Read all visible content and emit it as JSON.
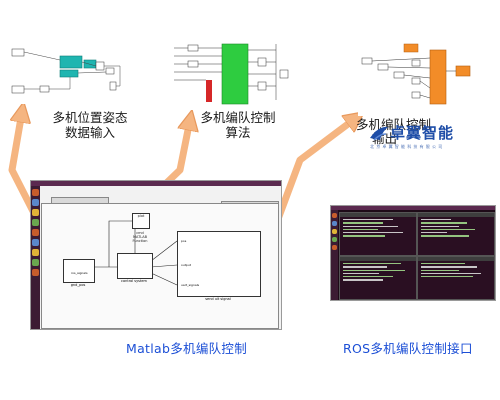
{
  "captions": {
    "input_line1": "多机位置姿态",
    "input_line2": "数据输入",
    "algo_line1": "多机编队控制",
    "algo_line2": "算法",
    "output_line1": "多机编队控制",
    "output_line2": "输出",
    "matlab": "Matlab多机编队控制",
    "ros": "ROS多机编队控制接口"
  },
  "logo": {
    "name": "卓翼智能",
    "subtitle": "北京卓翼智能科技有限公司"
  },
  "simulink_screen": {
    "block_plot": "plot",
    "block_cmd": "cmd",
    "block_cmd_sub": "MATLAB Function",
    "block_gnd": "gnd_pos",
    "block_ctrl": "control system",
    "block_send": "send uit signal",
    "port_ros": "ros_signals",
    "port_pos": "pos",
    "port_output": "output",
    "port_uart": "uart_signals"
  },
  "colors": {
    "arrow": "#f5b27b",
    "arrow_stroke": "#e79455",
    "caption_blue": "#1c4fd6",
    "ubuntu_bar": "#5b2a4f",
    "terminal_bg": "#2a0f22",
    "green_block": "#2ecc40",
    "cyan_block": "#1fb5b0",
    "orange_block": "#f28c28"
  }
}
